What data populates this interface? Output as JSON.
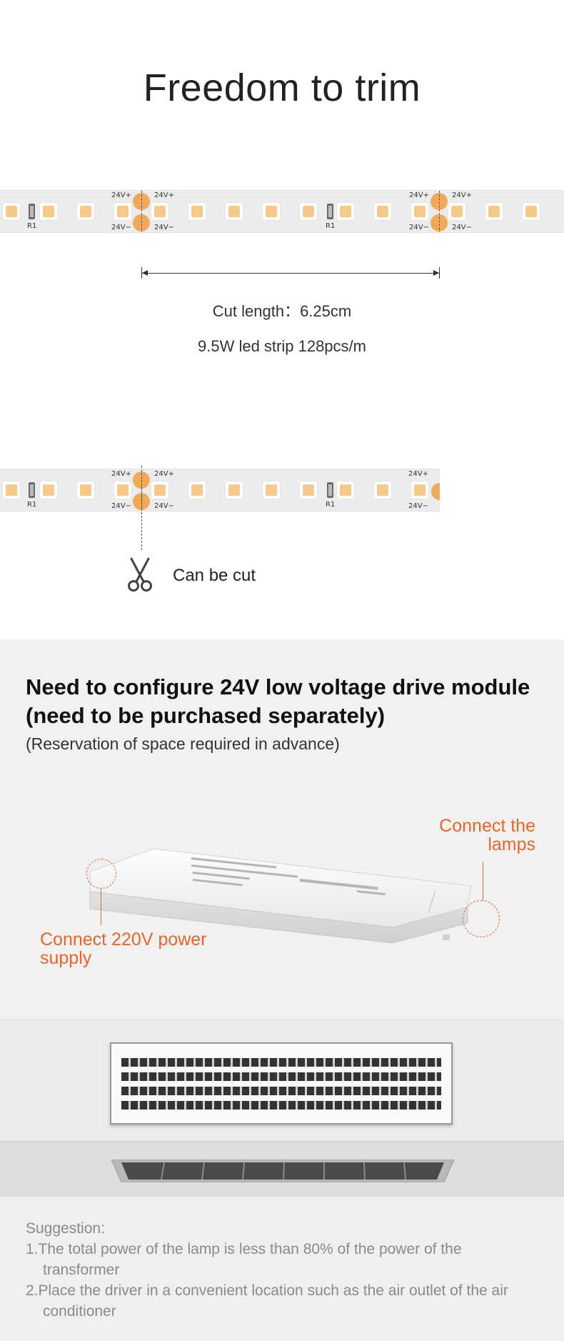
{
  "title": "Freedom to trim",
  "strip_labels": {
    "plus": "24V+",
    "minus": "24V−",
    "resistor": "R1"
  },
  "cut_length": "Cut length：6.25cm",
  "spec": "9.5W led strip 128pcs/m",
  "can_be_cut": "Can be cut",
  "driver_section": {
    "heading": "Need to configure 24V low voltage drive module (need to be purchased separately)",
    "subheading": "(Reservation of space required in advance)",
    "label_lamps": "Connect the lamps",
    "label_power": "Connect 220V power supply",
    "accent_color": "#e4662b"
  },
  "suggestion": {
    "title": "Suggestion:",
    "items": [
      "1.The total power of the lamp is less than 80% of the power of the transformer",
      "2.Place the driver in a convenient location such as the air outlet of the air conditioner"
    ]
  },
  "colors": {
    "led": "#f6c98a",
    "solder_pad": "#f0a95a",
    "text": "#222222",
    "suggestion_text": "#8a8a8a"
  }
}
